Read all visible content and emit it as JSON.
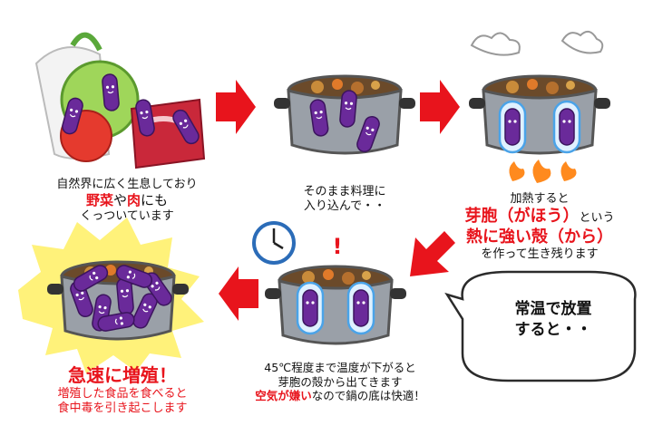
{
  "step1": {
    "line1": "自然界に広く生息しており",
    "veg": "野菜",
    "ya": "や",
    "meat": "肉",
    "nimo": "にも",
    "line3": "くっついています"
  },
  "step2": {
    "line1": "そのまま料理に",
    "line2": "入り込んで・・"
  },
  "step3": {
    "line1": "加熱すると",
    "spore": "芽胞（がほう）",
    "toiu": "という",
    "shell": "熱に強い殻（から）",
    "line4": "を作って生き残ります"
  },
  "bubble": {
    "line1": "常温で放置",
    "line2": "すると・・"
  },
  "step4": {
    "line1": "45℃程度まで温度が下がると",
    "line2": "芽胞の殻から出てきます",
    "air": "空気が嫌い",
    "line3b": "なので鍋の底は快適！"
  },
  "step5": {
    "headline": "急速に増殖！",
    "line1": "増殖した食品を食べると",
    "line2": "食中毒を引き起こします"
  },
  "colors": {
    "accent_red": "#e8141c",
    "bacteria_purple": "#6a2a9a",
    "pot_gray": "#8b8f96",
    "bubble_border": "#2b2b2b",
    "burst_yellow": "#fff27a"
  }
}
